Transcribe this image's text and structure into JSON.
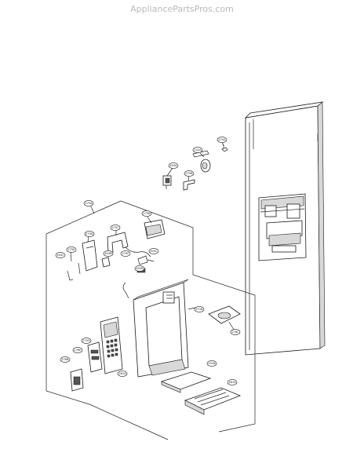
{
  "watermark": "AppliancePartsPros.com",
  "callouts": [
    {
      "id": "c-275a-top",
      "label": "275A"
    },
    {
      "id": "c-231a",
      "label": "231A"
    },
    {
      "id": "c-403a",
      "label": "403A"
    },
    {
      "id": "c-275b-top",
      "label": "275B"
    },
    {
      "id": "c-275a-group",
      "label": "275A"
    },
    {
      "id": "c-275b-mid",
      "label": "275B"
    },
    {
      "id": "c-275c",
      "label": "275C"
    },
    {
      "id": "c-275d",
      "label": "275D"
    },
    {
      "id": "c-403c-left",
      "label": "403C"
    },
    {
      "id": "c-275e",
      "label": "275E"
    },
    {
      "id": "c-403b",
      "label": "403B"
    },
    {
      "id": "c-275f",
      "label": "275F"
    },
    {
      "id": "c-403c-right",
      "label": "403C"
    },
    {
      "id": "c-402b",
      "label": "402B"
    },
    {
      "id": "c-271b",
      "label": "271B"
    },
    {
      "id": "c-276c",
      "label": "276C"
    },
    {
      "id": "c-275g",
      "label": "275G"
    },
    {
      "id": "c-276e",
      "label": "276E"
    },
    {
      "id": "c-276b",
      "label": "276B"
    },
    {
      "id": "c-281a",
      "label": "281A"
    },
    {
      "id": "c-291b",
      "label": "291B"
    },
    {
      "id": "c-281a-tray",
      "label": "281A"
    }
  ]
}
